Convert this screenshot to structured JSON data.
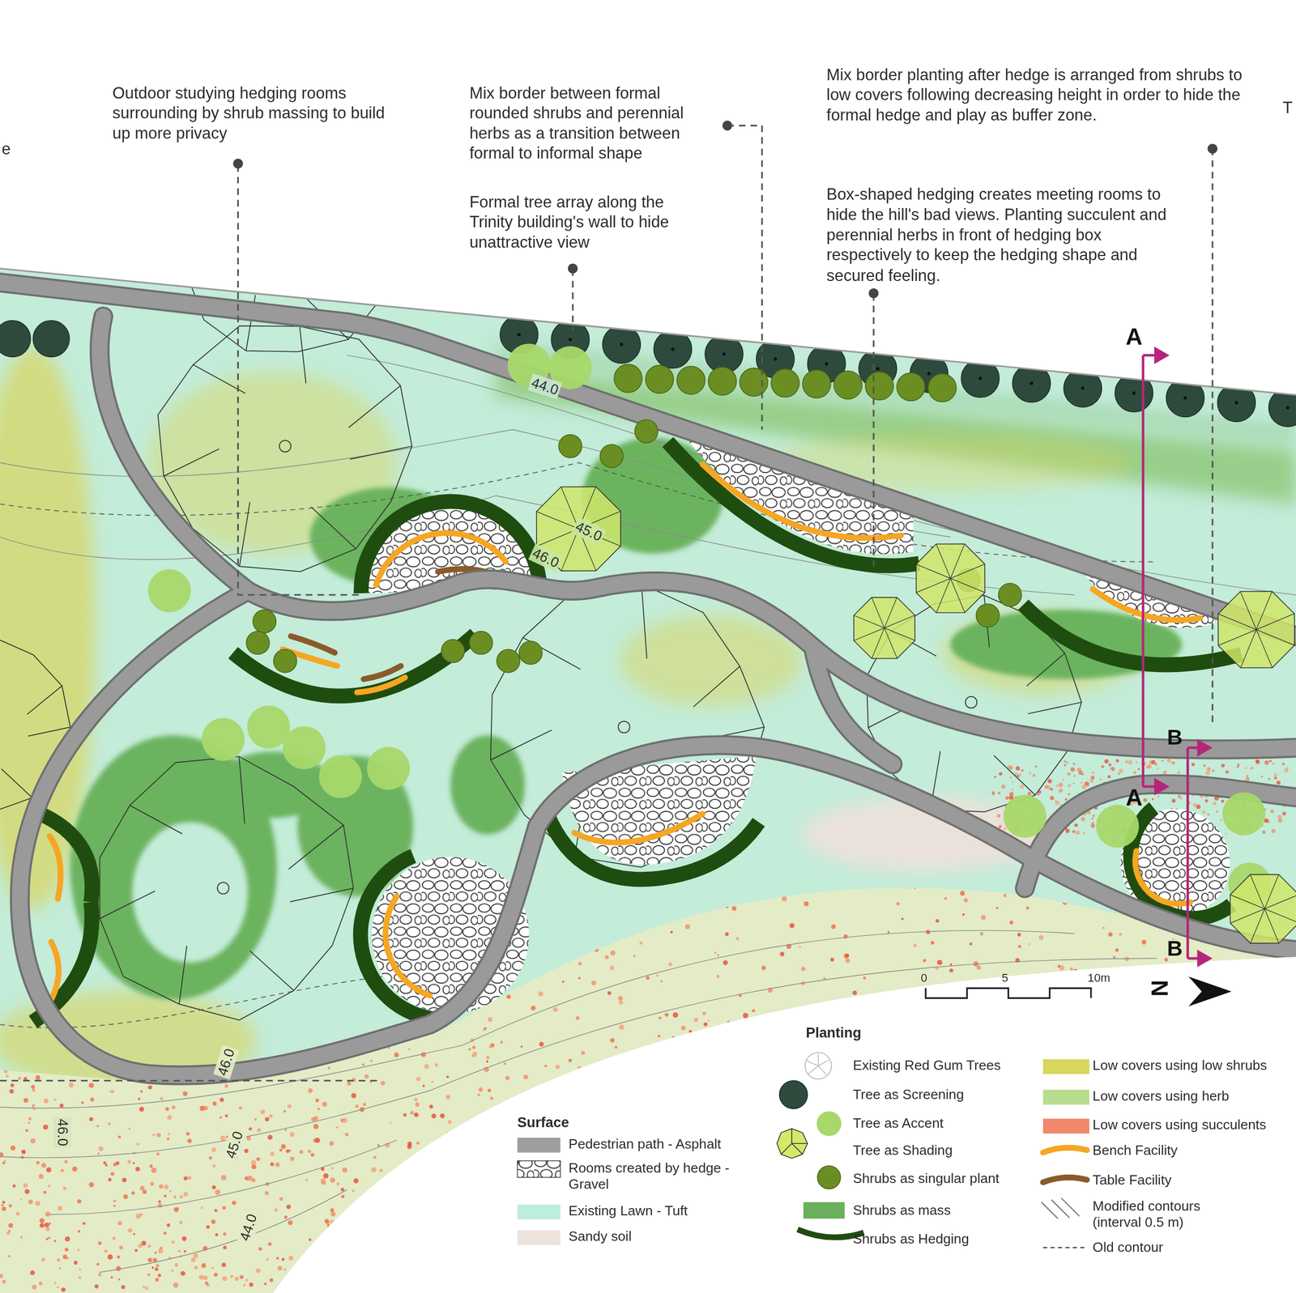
{
  "diagram": {
    "labels": [
      "e",
      "Outdoor studying hedging rooms surrounding by shrub massing to build up more privacy",
      "Mix border between formal rounded shrubs and perennial herbs as a transition between formal to informal shape",
      "Mix border planting after hedge is arranged from shrubs to low covers following decreasing height in order to hide the formal hedge and play as buffer zone.",
      "T",
      "Formal tree array along the Trinity building's wall to hide unattractive view",
      "Box-shaped hedging creates meeting rooms to hide the hill's bad views. Planting succulent and perennial herbs in front of hedging box respectively to keep the hedging shape and secured feeling.",
      "A",
      "44.0",
      "45.0",
      "46.0",
      "B",
      "A",
      "B",
      "0",
      "5",
      "10m",
      "N",
      "46.0",
      "46.0",
      "45.0",
      "44.0",
      "Planting",
      "Surface"
    ],
    "legend": [
      {
        "text": "Existing Red Gum Trees"
      },
      {
        "text": "Tree as Screening"
      },
      {
        "text": "Tree as Accent"
      },
      {
        "text": "Tree as Shading"
      },
      {
        "text": "Shrubs as singular plant"
      },
      {
        "text": "Shrubs as mass",
        "color": "#6aaf5c"
      },
      {
        "text": "Shrubs as Hedging"
      },
      {
        "text": "Low covers using low shrubs",
        "color": "#d8d65c"
      },
      {
        "text": "Low covers using herb",
        "color": "#b7dd8e"
      },
      {
        "text": "Low covers using succulents",
        "color": "#f0896b"
      },
      {
        "text": "Bench Facility"
      },
      {
        "text": "Table Facility"
      },
      {
        "text": "Modified contours (interval 0.5 m)"
      },
      {
        "text": "Old contour"
      },
      {
        "text": "Pedestrian path - Asphalt",
        "color": "#9e9e9e"
      },
      {
        "text": "Rooms created by hedge - Gravel"
      },
      {
        "text": "Existing Lawn - Tuft",
        "color": "#bdeedd"
      },
      {
        "text": "Sandy soil",
        "color": "#ede3dd"
      }
    ]
  }
}
